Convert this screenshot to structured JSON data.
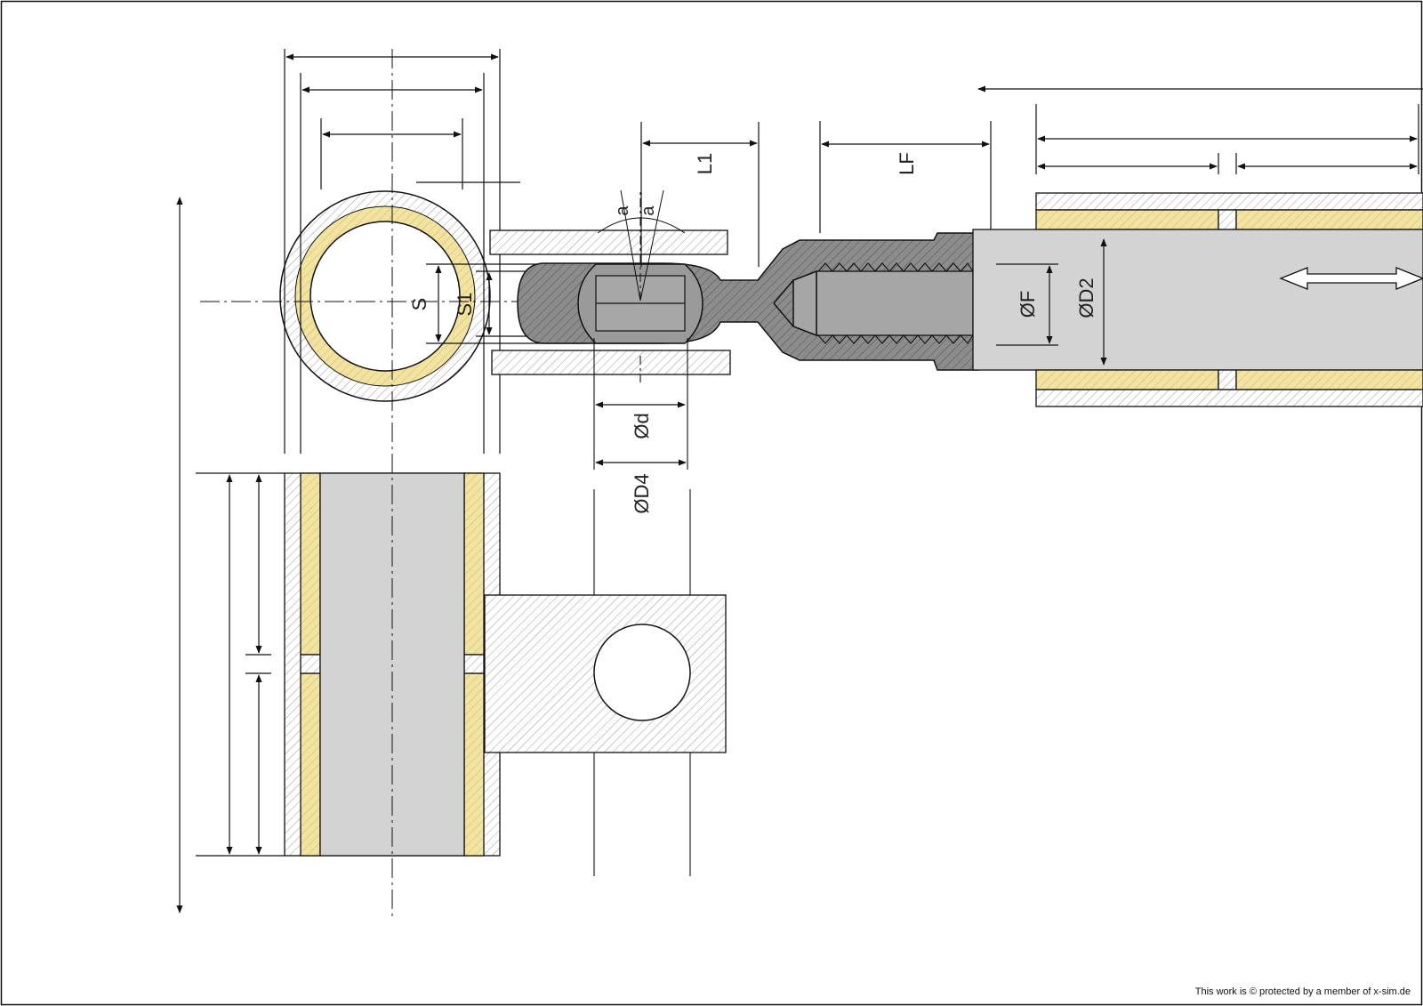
{
  "labels": {
    "S": "S",
    "S1": "S1",
    "L1": "L1",
    "LF": "LF",
    "phi_F": "ØF",
    "phi_D2": "ØD2",
    "phi_d": "Ød",
    "phi_D4": "ØD4",
    "alpha": "a"
  },
  "copyright": "This work is © protected by a member of x-sim.de",
  "colors": {
    "bronze": "#f3e3a0",
    "steel": "#d3d3d3",
    "dark_steel": "#8c8c8c",
    "line": "#111111"
  }
}
